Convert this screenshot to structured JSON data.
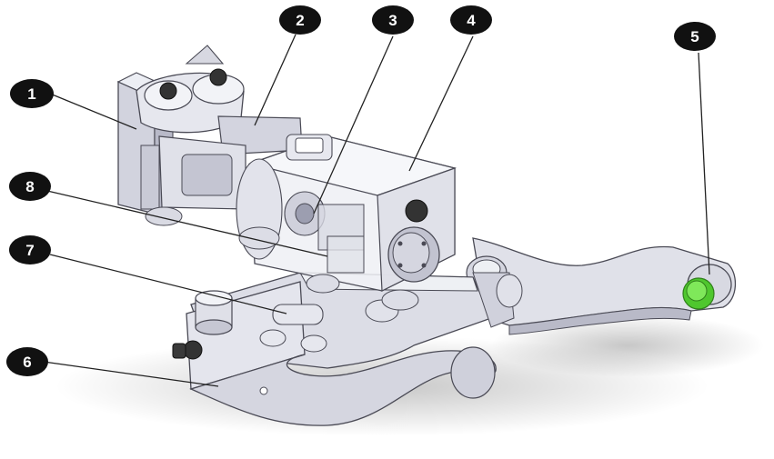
{
  "colors": {
    "background": "#ffffff",
    "part_fill": "#e2e3ea",
    "part_shade": "#c9cad6",
    "part_dark": "#a5a7b5",
    "outline": "#4a4a55",
    "glass": "#eceef4",
    "accent_green": "#5fdc3c",
    "badge_fill": "#111111",
    "badge_text": "#ffffff",
    "leader": "#222222"
  },
  "callouts": [
    {
      "id": "1",
      "label": "1"
    },
    {
      "id": "2",
      "label": "2"
    },
    {
      "id": "3",
      "label": "3"
    },
    {
      "id": "4",
      "label": "4"
    },
    {
      "id": "5",
      "label": "5"
    },
    {
      "id": "6",
      "label": "6"
    },
    {
      "id": "7",
      "label": "7"
    },
    {
      "id": "8",
      "label": "8"
    }
  ]
}
